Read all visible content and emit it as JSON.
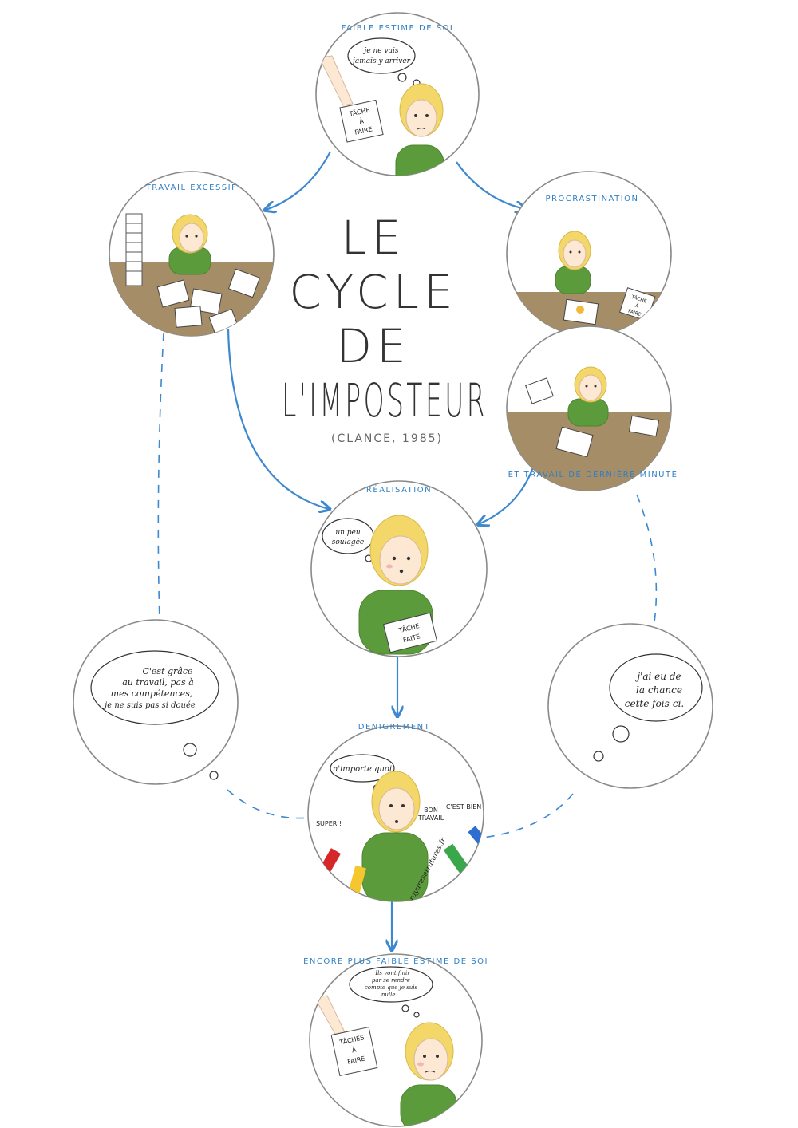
{
  "diagram": {
    "title_lines": [
      "LE",
      "CYCLE",
      "DE",
      "L'IMPOSTEUR"
    ],
    "subtitle": "(CLANCE, 1985)",
    "stages": {
      "low_esteem": {
        "label": "FAIBLE ESTIME DE SOI",
        "thought": [
          "je ne vais",
          "jamais y arriver"
        ],
        "paper": [
          "TÂCHE",
          "À",
          "FAIRE"
        ]
      },
      "overwork": {
        "label": "TRAVAIL EXCESSIF"
      },
      "procrastination": {
        "label": "PROCRASTINATION",
        "paper": [
          "TÂCHE",
          "À",
          "FAIRE"
        ]
      },
      "last_minute": {
        "label": "ET TRAVAIL DE DERNIÈRE MINUTE"
      },
      "accomplishment": {
        "label": "RÉALISATION",
        "thought": [
          "un peu",
          "soulagée"
        ],
        "paper": [
          "TÂCHE",
          "FAITE"
        ]
      },
      "thought_left": {
        "lines": [
          "C'est grâce",
          "au travail, pas à",
          "mes compétences,",
          "je ne suis pas si douée"
        ]
      },
      "thought_right": {
        "lines": [
          "j'ai eu de",
          "la chance",
          "cette fois-ci."
        ]
      },
      "denigration": {
        "label": "DENIGREMENT",
        "thought": [
          "n'importe quoi"
        ],
        "praise_left": "SUPER !",
        "praise_mid": [
          "BON",
          "TRAVAIL"
        ],
        "praise_right": "C'EST BIEN !",
        "credit": "© rayuresetratures.fr"
      },
      "lower_esteem": {
        "label": "ENCORE PLUS FAIBLE ESTIME DE SOI",
        "thought": [
          "Ils vont finir",
          "par se rendre",
          "compte que je suis",
          "nulle..."
        ],
        "paper": [
          "TÂCHES",
          "À",
          "FAIRE"
        ]
      }
    },
    "colors": {
      "accent": "#3d88cf",
      "hair": "#f3d768",
      "shirt": "#5c9b3c",
      "desk": "#a58d68",
      "circle_stroke": "#8a8a8a"
    }
  }
}
